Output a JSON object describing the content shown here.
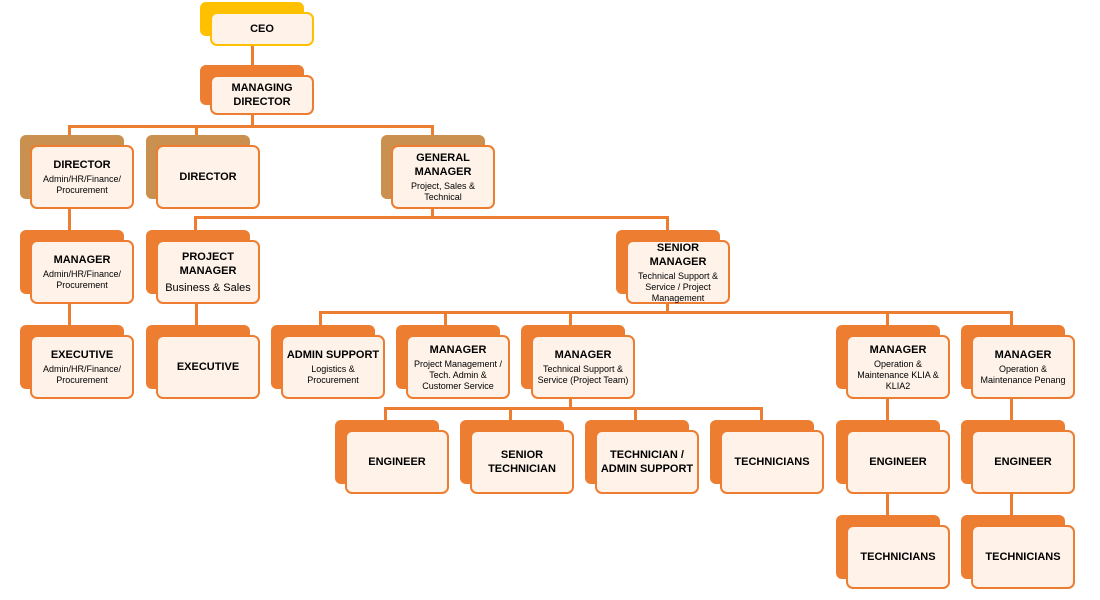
{
  "org_chart": {
    "nodes": [
      {
        "id": "ceo",
        "title": "CEO",
        "subtitle": "",
        "color": "#FFC000",
        "border": "#FFC000"
      },
      {
        "id": "md",
        "title": "MANAGING DIRECTOR",
        "subtitle": "",
        "color": "#ED7D31"
      },
      {
        "id": "dir1",
        "title": "DIRECTOR",
        "subtitle": "Admin/HR/Finance/ Procurement",
        "color": "#C9904F"
      },
      {
        "id": "dir2",
        "title": "DIRECTOR",
        "subtitle": "",
        "color": "#C9904F"
      },
      {
        "id": "gm",
        "title": "GENERAL MANAGER",
        "subtitle": "Project, Sales & Technical",
        "color": "#C9904F"
      },
      {
        "id": "mgr1",
        "title": "MANAGER",
        "subtitle": "Admin/HR/Finance/ Procurement",
        "color": "#ED7D31"
      },
      {
        "id": "pm",
        "title": "PROJECT MANAGER",
        "subtitle": "Business & Sales",
        "color": "#ED7D31"
      },
      {
        "id": "sm",
        "title": "SENIOR MANAGER",
        "subtitle": "Technical Support & Service / Project Management",
        "color": "#ED7D31"
      },
      {
        "id": "exec1",
        "title": "EXECUTIVE",
        "subtitle": "Admin/HR/Finance/ Procurement",
        "color": "#ED7D31"
      },
      {
        "id": "exec2",
        "title": "EXECUTIVE",
        "subtitle": "",
        "color": "#ED7D31"
      },
      {
        "id": "admin",
        "title": "ADMIN SUPPORT",
        "subtitle": "Logistics & Procurement",
        "color": "#ED7D31"
      },
      {
        "id": "mgr_pm",
        "title": "MANAGER",
        "subtitle": "Project Management / Tech. Admin & Customer Service",
        "color": "#ED7D31"
      },
      {
        "id": "mgr_ts",
        "title": "MANAGER",
        "subtitle": "Technical Support & Service (Project Team)",
        "color": "#ED7D31"
      },
      {
        "id": "mgr_klia",
        "title": "MANAGER",
        "subtitle": "Operation & Maintenance KLIA & KLIA2",
        "color": "#ED7D31"
      },
      {
        "id": "mgr_pen",
        "title": "MANAGER",
        "subtitle": "Operation & Maintenance Penang",
        "color": "#ED7D31"
      },
      {
        "id": "eng1",
        "title": "ENGINEER",
        "subtitle": "",
        "color": "#ED7D31"
      },
      {
        "id": "st",
        "title": "SENIOR TECHNICIAN",
        "subtitle": "",
        "color": "#ED7D31"
      },
      {
        "id": "tas",
        "title": "TECHNICIAN / ADMIN SUPPORT",
        "subtitle": "",
        "color": "#ED7D31"
      },
      {
        "id": "tech1",
        "title": "TECHNICIANS",
        "subtitle": "",
        "color": "#ED7D31"
      },
      {
        "id": "eng2",
        "title": "ENGINEER",
        "subtitle": "",
        "color": "#ED7D31"
      },
      {
        "id": "eng3",
        "title": "ENGINEER",
        "subtitle": "",
        "color": "#ED7D31"
      },
      {
        "id": "tech2",
        "title": "TECHNICIANS",
        "subtitle": "",
        "color": "#ED7D31"
      },
      {
        "id": "tech3",
        "title": "TECHNICIANS",
        "subtitle": "",
        "color": "#ED7D31"
      }
    ],
    "connector_color": "#ED7D31"
  }
}
